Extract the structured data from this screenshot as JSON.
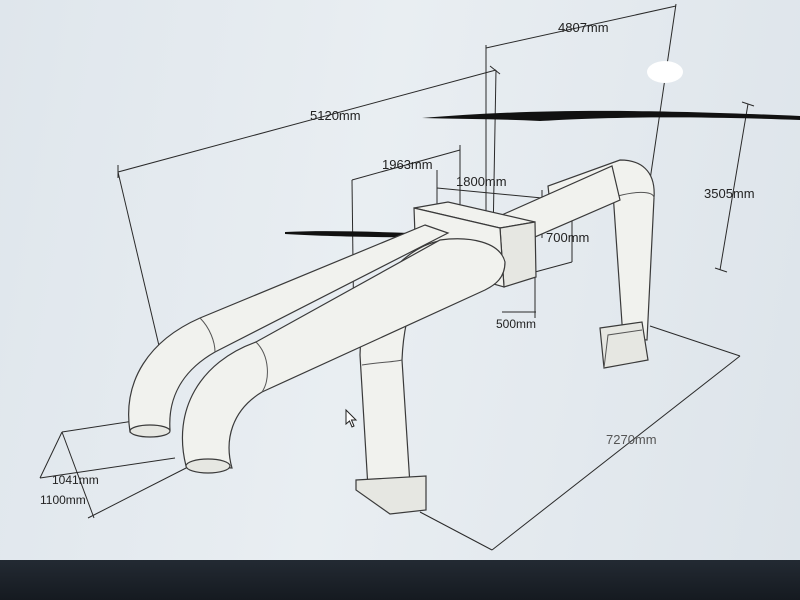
{
  "dimensions": {
    "overall_length": "5120mm",
    "top_width": "4807mm",
    "branch_offset": "1963mm",
    "box_length": "1800mm",
    "box_height": "700mm",
    "box_depth": "500mm",
    "right_drop": "3505mm",
    "base_diagonal": "7270mm",
    "outlet_1": "1041mm",
    "outlet_2": "1100mm"
  },
  "colors": {
    "pipe_fill": "#f1f2ee",
    "line": "#2a2a2a",
    "background": "#e4eaee"
  },
  "icons": [
    "mouse-pointer-icon"
  ]
}
